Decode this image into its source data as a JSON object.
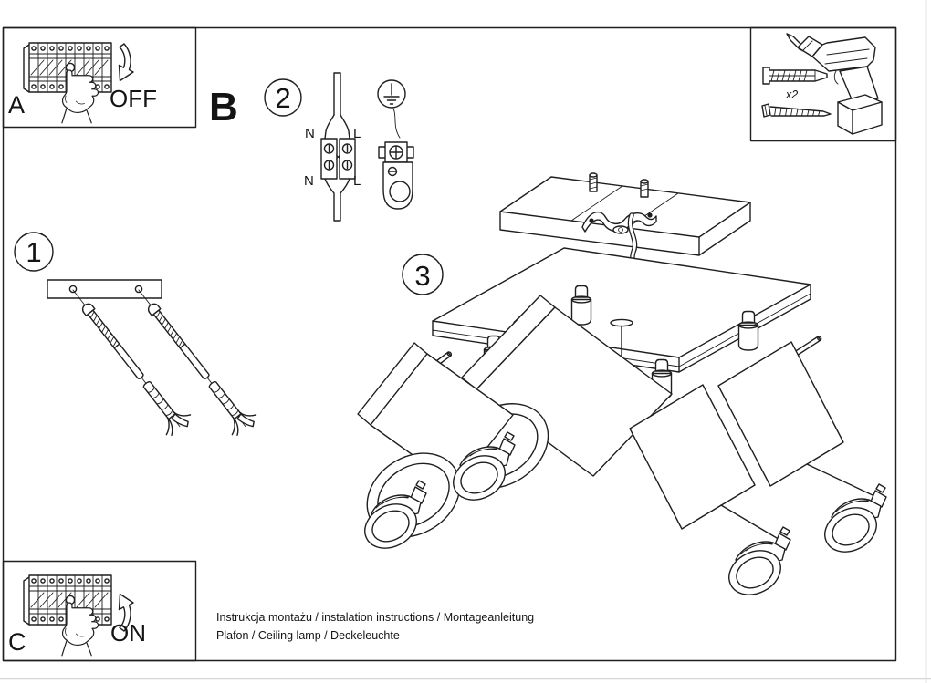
{
  "sheet": {
    "panel_a": {
      "label": "A",
      "state": "OFF"
    },
    "panel_c": {
      "label": "C",
      "state": "ON"
    },
    "section_b": {
      "label": "B"
    },
    "steps": {
      "s1": "1",
      "s2": "2",
      "s3": "3"
    },
    "wiring": {
      "n_top": "N",
      "l_top": "L",
      "n_bottom": "N",
      "l_bottom": "L"
    },
    "hardware": {
      "anchor_qty": "x2"
    },
    "footer": {
      "line1": "Instrukcja montażu / instalation instructions / Montageanleitung",
      "line2": "Plafon / Ceiling lamp / Deckeleuchte"
    },
    "colors": {
      "ink": "#1f1f1f",
      "paper": "#ffffff",
      "faint": "#d6d6d6"
    }
  }
}
